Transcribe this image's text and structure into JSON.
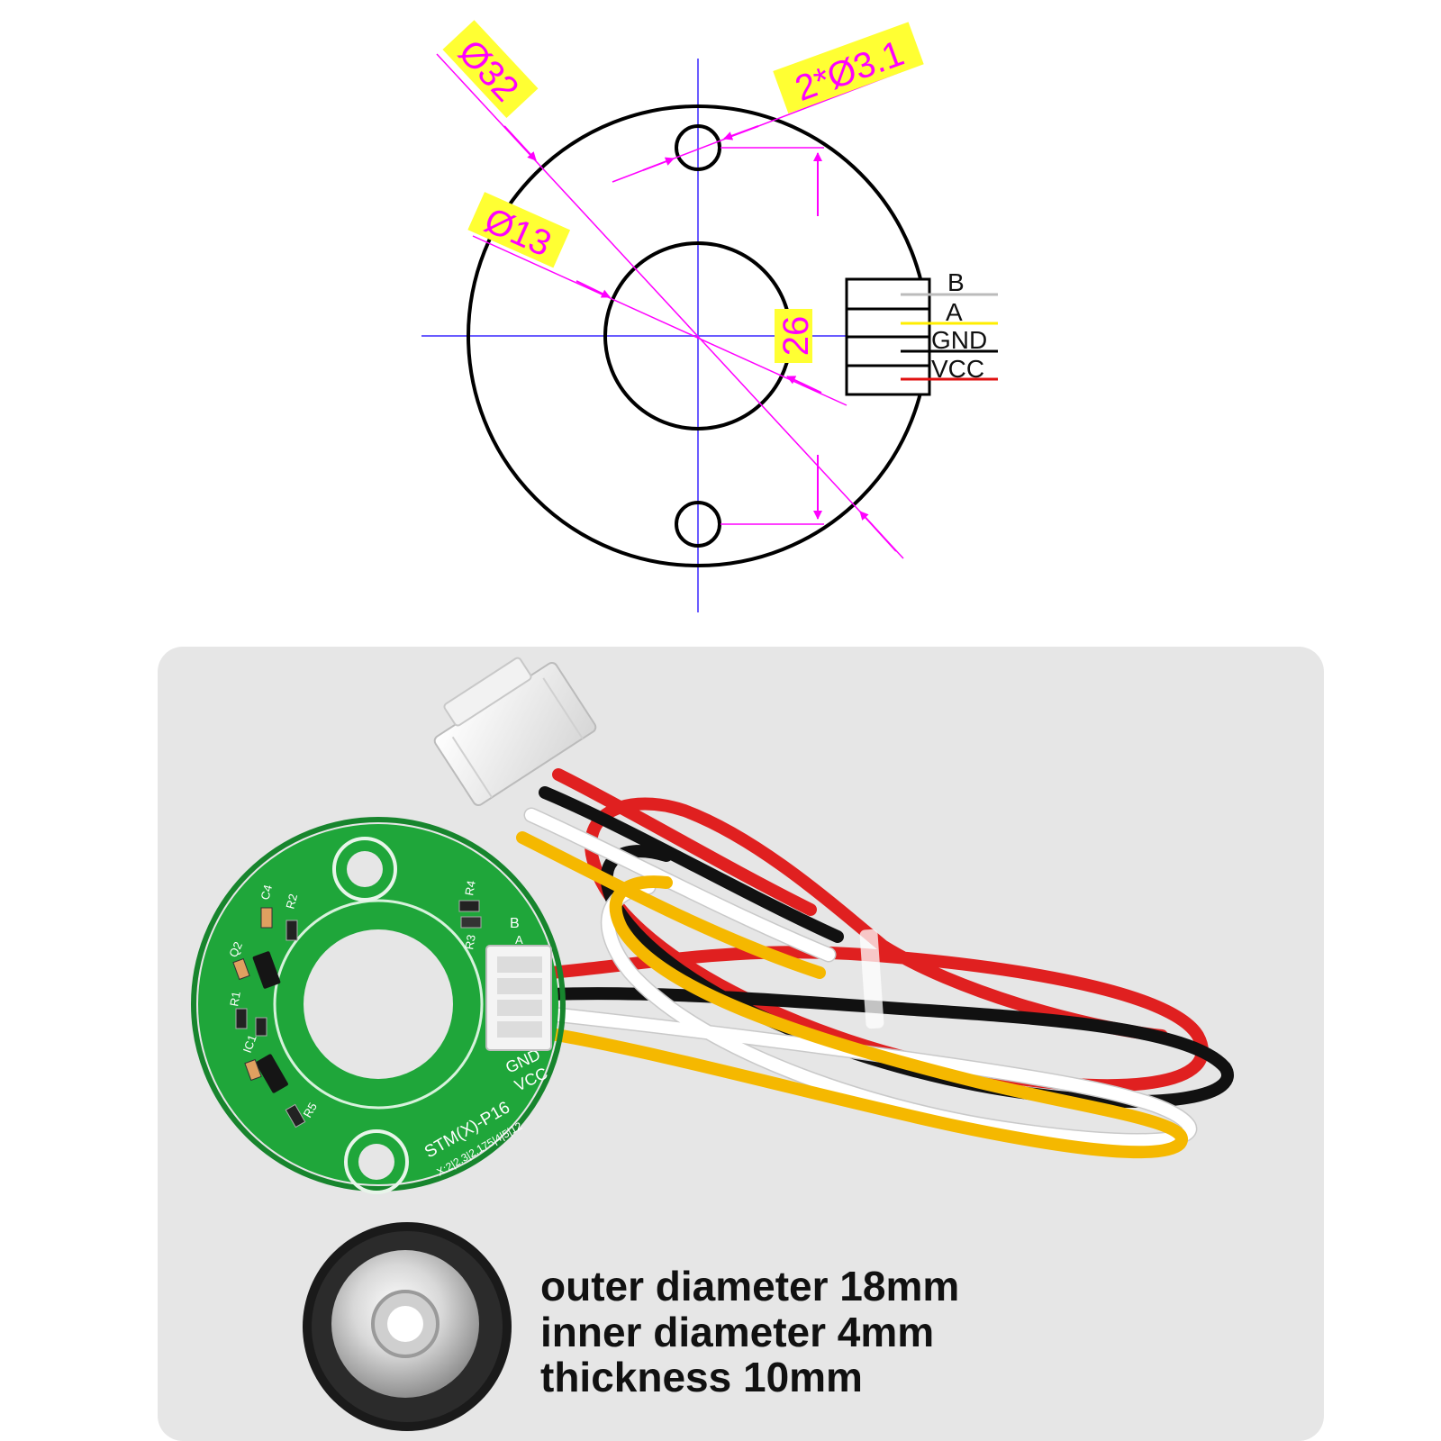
{
  "drawing": {
    "dims": {
      "outer": "Ø32",
      "holes": "2*Ø3.1",
      "inner": "Ø13",
      "spacing": "26"
    },
    "pins": [
      "B",
      "A",
      "GND",
      "VCC"
    ],
    "pin_colors": [
      "#bbbbbb",
      "#ffee00",
      "#000000",
      "#e01010"
    ],
    "line_color": "#ff00ff",
    "center_color": "#6a5cff"
  },
  "photo": {
    "pcb": {
      "board_color": "#1fa63a",
      "silk_top": [
        "B",
        "A"
      ],
      "silk_bottom": [
        "GND",
        "VCC"
      ],
      "model": "STM(X)-P16",
      "code": "X:2|2.3|2.175|4|5|12",
      "parts": [
        "C4",
        "R2",
        "R4",
        "R3",
        "Q2",
        "R1",
        "IC1",
        "R5"
      ]
    },
    "wire_colors": [
      "#e02020",
      "#111111",
      "#ffffff",
      "#f5b800"
    ],
    "magnet_text": [
      "outer diameter 18mm",
      "inner diameter 4mm",
      "thickness 10mm"
    ]
  }
}
